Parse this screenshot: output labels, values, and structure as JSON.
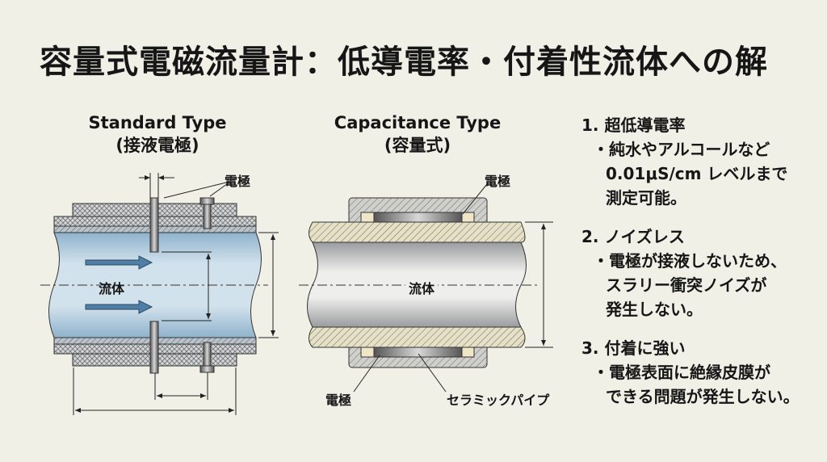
{
  "title": "容量式電磁流量計：低導電率・付着性流体への解",
  "standard": {
    "title": "Standard Type",
    "subtitle": "(接液電極)",
    "electrode_label": "電極",
    "fluid_label": "流体"
  },
  "capacitance": {
    "title": "Capacitance Type",
    "subtitle": "(容量式)",
    "electrode_label_top": "電極",
    "electrode_label_bottom": "電極",
    "ceramic_label": "セラミックパイプ",
    "fluid_label": "流体"
  },
  "points": [
    {
      "heading": "1. 超低導電率",
      "lines": [
        "・純水やアルコールなど",
        "0.01μS/cm レベルまで",
        "測定可能。"
      ]
    },
    {
      "heading": "2. ノイズレス",
      "lines": [
        "・電極が接液しないため、",
        "スラリー衝突ノイズが",
        "発生しない。"
      ]
    },
    {
      "heading": "3. 付着に強い",
      "lines": [
        "・電極表面に絶縁皮膜が",
        "できる問題が発生しない。"
      ]
    }
  ],
  "colors": {
    "background": "#f1f0e7",
    "fluid_blue": "#c4d8e6",
    "arrow": "#4f7ea6",
    "ceramic": "#e8e3c8"
  }
}
